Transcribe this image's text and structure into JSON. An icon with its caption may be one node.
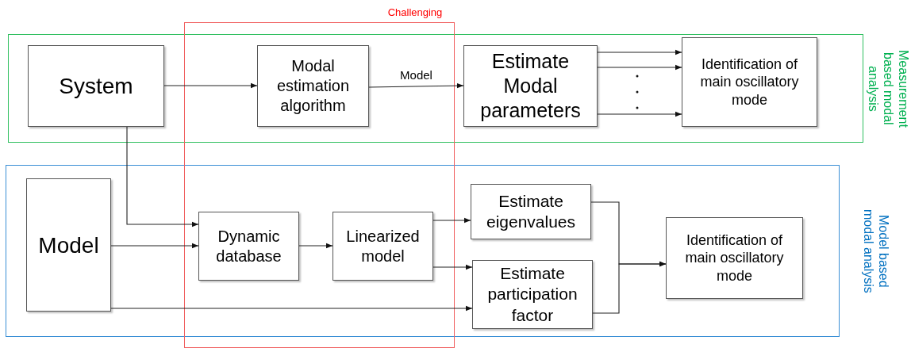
{
  "diagram": {
    "nodes": [
      {
        "text": [
          "Measurement based modal analysis"
        ]
      },
      {
        "text": [
          "Model based modal analysis"
        ]
      },
      {
        "text": [
          "System"
        ],
        "in": 0
      },
      {
        "text": [
          "Modal estimation algorithm"
        ],
        "in": 0
      },
      {
        "text": [
          "Estimate Modal parameters"
        ],
        "in": 0
      },
      {
        "text": [
          "Identification of main oscillatory mode"
        ],
        "in": 0
      },
      {
        "text": [
          "Model"
        ],
        "in": 1
      },
      {
        "text": [
          "Dynamic database"
        ],
        "in": 1
      },
      {
        "text": [
          "Linearized model"
        ],
        "in": 1
      },
      {
        "text": [
          "Estimate eigenvalues"
        ],
        "in": 1
      },
      {
        "text": [
          "Estimate participation factor"
        ],
        "in": 1
      },
      {
        "text": [
          "Identification of main oscillatory mode"
        ],
        "in": 1
      }
    ],
    "edges": [
      {
        "from": 2,
        "to": 3,
        "arrow": "to"
      },
      {
        "from": 3,
        "to": 4,
        "arrow": "to",
        "label": "Model"
      },
      {
        "from": 4,
        "to": 5,
        "arrow": "to"
      },
      {
        "from": 4,
        "to": 5,
        "arrow": "to"
      },
      {
        "from": 4,
        "to": 5,
        "arrow": "to"
      },
      {
        "from": 2,
        "to": 7,
        "arrow": "to"
      },
      {
        "from": 6,
        "to": 7,
        "arrow": "to"
      },
      {
        "from": 7,
        "to": 8,
        "arrow": "to"
      },
      {
        "from": 8,
        "to": 9,
        "arrow": "to"
      },
      {
        "from": 8,
        "to": 10,
        "arrow": "to"
      },
      {
        "from": 6,
        "to": 10,
        "arrow": "to"
      },
      {
        "from": 9,
        "to": 11,
        "arrow": "to"
      },
      {
        "from": 10,
        "to": 11,
        "arrow": "to"
      }
    ],
    "labels": [
      "Challenging"
    ]
  }
}
